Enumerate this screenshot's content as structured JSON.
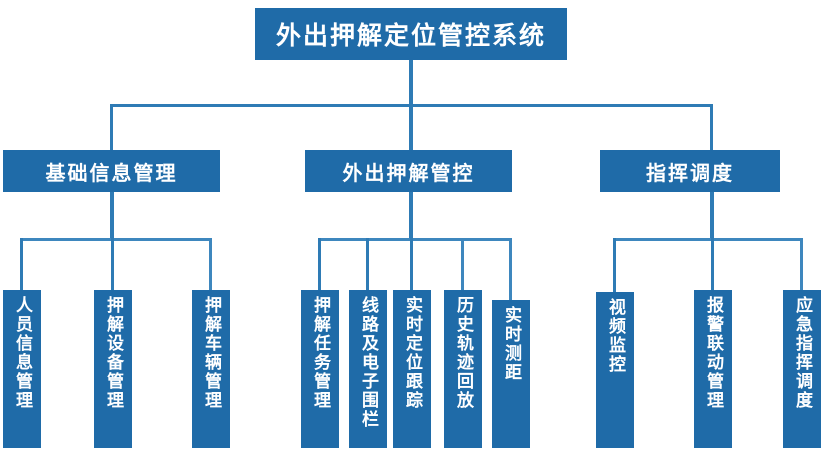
{
  "diagram": {
    "type": "org-chart",
    "title": "外出押解定位管控系统",
    "accent_color": "#1F6BA8",
    "connector_color": "#2E7BB5",
    "background_color": "#FFFFFF",
    "text_color": "#FFFFFF",
    "root": {
      "label": "外出押解定位管控系统"
    },
    "branches": [
      {
        "label": "基础信息管理",
        "children": [
          {
            "label": "人员信息管理"
          },
          {
            "label": "押解设备管理"
          },
          {
            "label": "押解车辆管理"
          }
        ]
      },
      {
        "label": "外出押解管控",
        "children": [
          {
            "label": "押解任务管理"
          },
          {
            "label": "线路及电子围栏"
          },
          {
            "label": "实时定位跟踪"
          },
          {
            "label": "历史轨迹回放"
          },
          {
            "label": "实时测距"
          }
        ]
      },
      {
        "label": "指挥调度",
        "children": [
          {
            "label": "视频监控"
          },
          {
            "label": "报警联动管理"
          },
          {
            "label": "应急指挥调度"
          }
        ]
      }
    ]
  }
}
